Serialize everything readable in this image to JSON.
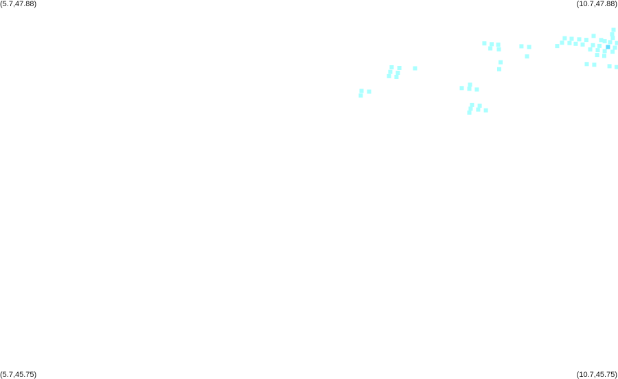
{
  "corners": {
    "top_left": "(5.7,47.88)",
    "top_right": "(10.7,47.88)",
    "bottom_left": "(5.7,45.75)",
    "bottom_right": "(10.7,45.75)"
  },
  "bounds": {
    "lon_min": 5.7,
    "lon_max": 10.7,
    "lat_min": 45.75,
    "lat_max": 47.88
  },
  "colors": {
    "point": "#aaffff",
    "highlight": "#66ddff"
  },
  "points": [
    {
      "lon": 10.664,
      "lat": 47.712,
      "highlight": false
    },
    {
      "lon": 10.653,
      "lat": 47.687,
      "highlight": false
    },
    {
      "lon": 10.503,
      "lat": 47.678,
      "highlight": false
    },
    {
      "lon": 10.658,
      "lat": 47.667,
      "highlight": false
    },
    {
      "lon": 10.269,
      "lat": 47.665,
      "highlight": false
    },
    {
      "lon": 10.325,
      "lat": 47.662,
      "highlight": false
    },
    {
      "lon": 10.386,
      "lat": 47.659,
      "highlight": false
    },
    {
      "lon": 10.444,
      "lat": 47.656,
      "highlight": false
    },
    {
      "lon": 10.564,
      "lat": 47.655,
      "highlight": false
    },
    {
      "lon": 10.592,
      "lat": 47.648,
      "highlight": false
    },
    {
      "lon": 10.636,
      "lat": 47.643,
      "highlight": false
    },
    {
      "lon": 10.692,
      "lat": 47.638,
      "highlight": false
    },
    {
      "lon": 10.247,
      "lat": 47.64,
      "highlight": false
    },
    {
      "lon": 10.308,
      "lat": 47.638,
      "highlight": false
    },
    {
      "lon": 10.358,
      "lat": 47.634,
      "highlight": false
    },
    {
      "lon": 10.414,
      "lat": 47.63,
      "highlight": false
    },
    {
      "lon": 9.619,
      "lat": 47.636,
      "highlight": false
    },
    {
      "lon": 9.678,
      "lat": 47.632,
      "highlight": false
    },
    {
      "lon": 9.731,
      "lat": 47.629,
      "highlight": false
    },
    {
      "lon": 10.208,
      "lat": 47.621,
      "highlight": false
    },
    {
      "lon": 10.497,
      "lat": 47.626,
      "highlight": false
    },
    {
      "lon": 10.55,
      "lat": 47.622,
      "highlight": false
    },
    {
      "lon": 10.619,
      "lat": 47.616,
      "highlight": true
    },
    {
      "lon": 10.675,
      "lat": 47.612,
      "highlight": false
    },
    {
      "lon": 9.919,
      "lat": 47.62,
      "highlight": false
    },
    {
      "lon": 9.981,
      "lat": 47.616,
      "highlight": false
    },
    {
      "lon": 9.667,
      "lat": 47.608,
      "highlight": false
    },
    {
      "lon": 9.736,
      "lat": 47.603,
      "highlight": false
    },
    {
      "lon": 10.475,
      "lat": 47.602,
      "highlight": false
    },
    {
      "lon": 10.536,
      "lat": 47.598,
      "highlight": false
    },
    {
      "lon": 10.592,
      "lat": 47.593,
      "highlight": false
    },
    {
      "lon": 10.656,
      "lat": 47.589,
      "highlight": false
    },
    {
      "lon": 10.531,
      "lat": 47.571,
      "highlight": false
    },
    {
      "lon": 10.589,
      "lat": 47.566,
      "highlight": false
    },
    {
      "lon": 9.964,
      "lat": 47.563,
      "highlight": false
    },
    {
      "lon": 9.75,
      "lat": 47.53,
      "highlight": false
    },
    {
      "lon": 10.447,
      "lat": 47.52,
      "highlight": false
    },
    {
      "lon": 10.508,
      "lat": 47.516,
      "highlight": false
    },
    {
      "lon": 10.631,
      "lat": 47.508,
      "highlight": false
    },
    {
      "lon": 10.689,
      "lat": 47.503,
      "highlight": false
    },
    {
      "lon": 8.869,
      "lat": 47.502,
      "highlight": false
    },
    {
      "lon": 8.931,
      "lat": 47.498,
      "highlight": false
    },
    {
      "lon": 9.058,
      "lat": 47.496,
      "highlight": false
    },
    {
      "lon": 9.739,
      "lat": 47.491,
      "highlight": false
    },
    {
      "lon": 8.858,
      "lat": 47.476,
      "highlight": false
    },
    {
      "lon": 8.919,
      "lat": 47.471,
      "highlight": false
    },
    {
      "lon": 8.847,
      "lat": 47.452,
      "highlight": false
    },
    {
      "lon": 8.908,
      "lat": 47.448,
      "highlight": false
    },
    {
      "lon": 9.503,
      "lat": 47.404,
      "highlight": false
    },
    {
      "lon": 9.436,
      "lat": 47.385,
      "highlight": false
    },
    {
      "lon": 9.497,
      "lat": 47.381,
      "highlight": false
    },
    {
      "lon": 9.558,
      "lat": 47.377,
      "highlight": false
    },
    {
      "lon": 8.625,
      "lat": 47.369,
      "highlight": false
    },
    {
      "lon": 8.686,
      "lat": 47.365,
      "highlight": false
    },
    {
      "lon": 8.619,
      "lat": 47.343,
      "highlight": false
    },
    {
      "lon": 9.519,
      "lat": 47.29,
      "highlight": false
    },
    {
      "lon": 9.581,
      "lat": 47.286,
      "highlight": false
    },
    {
      "lon": 9.508,
      "lat": 47.269,
      "highlight": false
    },
    {
      "lon": 9.569,
      "lat": 47.264,
      "highlight": false
    },
    {
      "lon": 9.631,
      "lat": 47.26,
      "highlight": false
    },
    {
      "lon": 9.497,
      "lat": 47.247,
      "highlight": false
    }
  ]
}
